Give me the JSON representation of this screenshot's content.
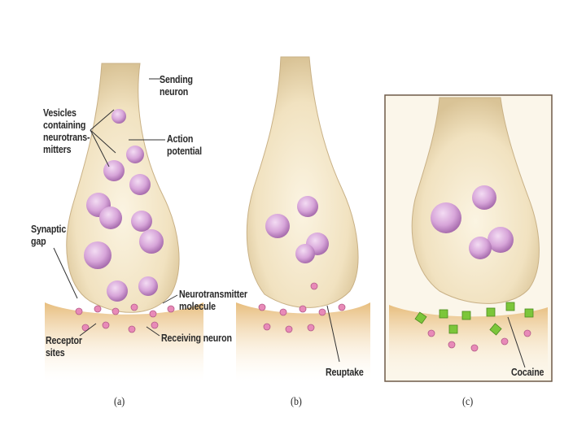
{
  "labels": {
    "sending_neuron": "Sending\nneuron",
    "vesicles": "Vesicles\ncontaining\nneurotrans-\nmitters",
    "action_potential": "Action\npotential",
    "synaptic_gap": "Synaptic\ngap",
    "neurotransmitter_molecule": "Neurotransmitter\nmolecule",
    "receptor_sites": "Receptor\nsites",
    "receiving_neuron": "Receiving neuron",
    "reuptake": "Reuptake",
    "cocaine": "Cocaine"
  },
  "captions": {
    "a": "(a)",
    "b": "(b)",
    "c": "(c)"
  },
  "colors": {
    "neuron_fill": "#f3e7c9",
    "receiving_fill": "#d9a860",
    "vesicle": "#d4a0d6",
    "molecule": "#e88ab8",
    "cocaine": "#7cc63a"
  }
}
